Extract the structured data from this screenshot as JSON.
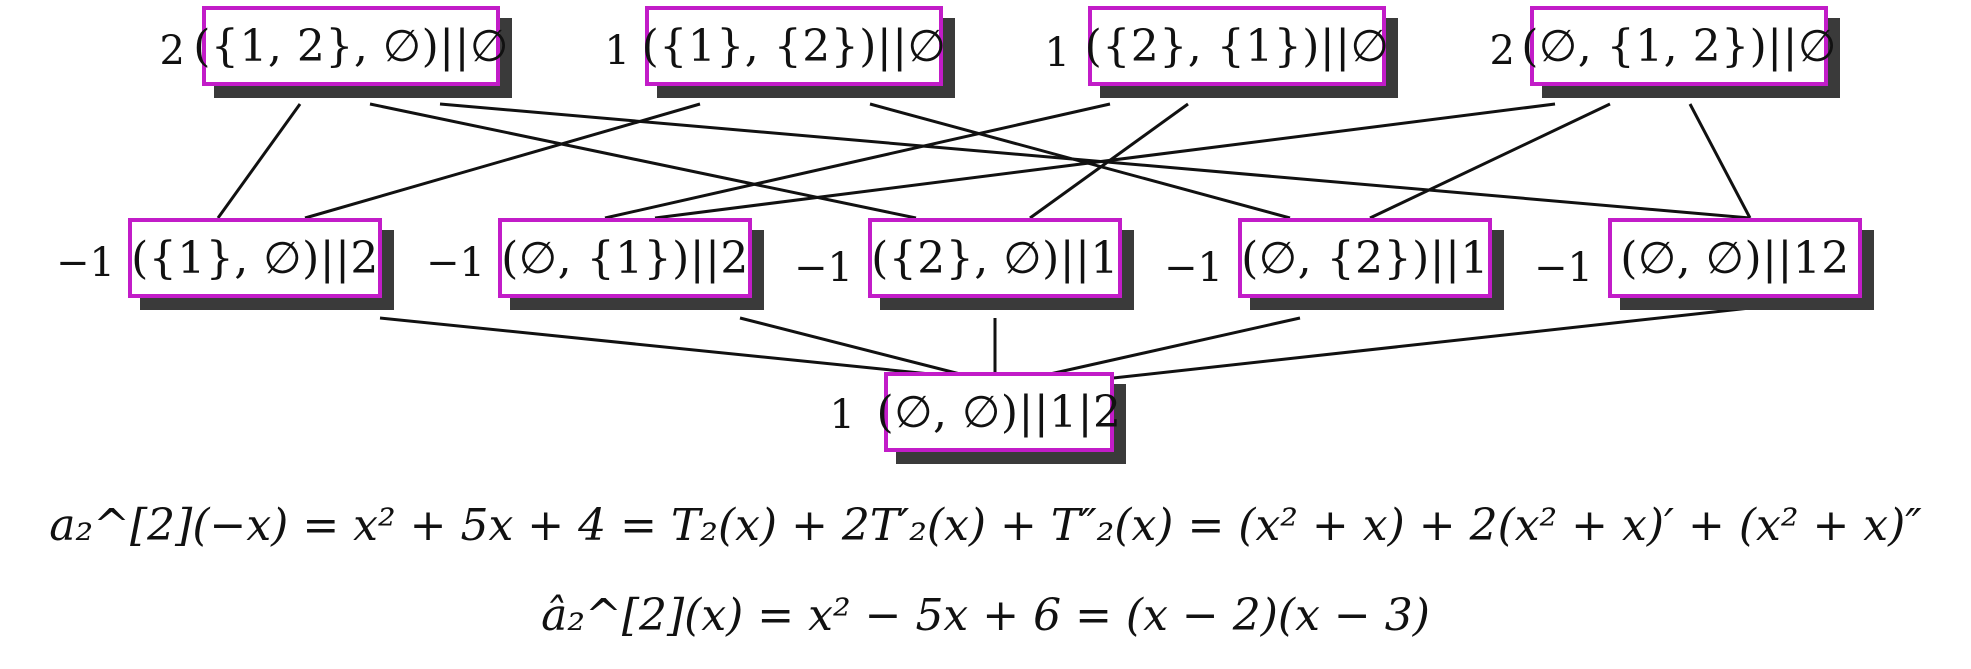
{
  "colors": {
    "node_border": "#c21cc8",
    "node_shadow": "#3a3a3a",
    "edge": "#111111"
  },
  "top_row": [
    {
      "coef": "2",
      "label": "({1, 2}, ∅)||∅"
    },
    {
      "coef": "1",
      "label": "({1}, {2})||∅"
    },
    {
      "coef": "1",
      "label": "({2}, {1})||∅"
    },
    {
      "coef": "2",
      "label": "(∅, {1, 2})||∅"
    }
  ],
  "middle_row": [
    {
      "coef": "−1",
      "label": "({1}, ∅)||2"
    },
    {
      "coef": "−1",
      "label": "(∅, {1})||2"
    },
    {
      "coef": "−1",
      "label": "({2}, ∅)||1"
    },
    {
      "coef": "−1",
      "label": "(∅, {2})||1"
    },
    {
      "coef": "−1",
      "label": "(∅, ∅)||12"
    }
  ],
  "bottom_row": [
    {
      "coef": "1",
      "label": "(∅, ∅)||1|2"
    }
  ],
  "equations": {
    "line1": "a₂^[2](−x) = x² + 5x + 4 = T₂(x) + 2T′₂(x) + T″₂(x) = (x² + x) + 2(x² + x)′ + (x² + x)″",
    "line2": "â₂^[2](x) = x² − 5x + 6 = (x − 2)(x − 3)"
  }
}
